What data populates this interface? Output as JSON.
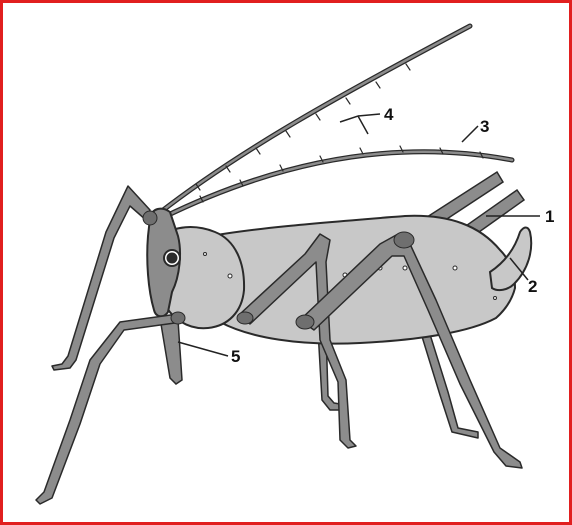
{
  "colors": {
    "frame_border": "#e11f1f",
    "body_fill": "#c8c8c8",
    "body_stroke": "#2a2a2a",
    "leg_fill": "#8c8c8c",
    "dark_joint": "#6f6f6f",
    "leader_line": "#222222"
  },
  "labels": {
    "callout_1": "1",
    "callout_2": "2",
    "callout_3": "3",
    "callout_4": "4",
    "callout_5": "5"
  }
}
